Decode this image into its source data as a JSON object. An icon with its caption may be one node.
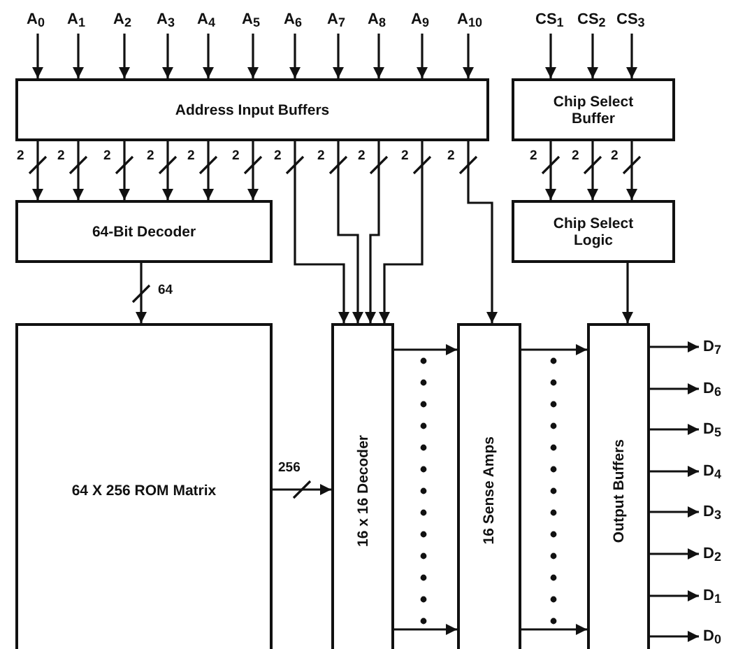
{
  "diagram": {
    "nodes": [
      {
        "text": [
          "A$_{0}$"
        ]
      },
      {
        "text": [
          "A$_{1}$"
        ]
      },
      {
        "text": [
          "A$_{2}$"
        ]
      },
      {
        "text": [
          "A$_{3}$"
        ]
      },
      {
        "text": [
          "A$_{4}$"
        ]
      },
      {
        "text": [
          "A$_{5}$"
        ]
      },
      {
        "text": [
          "A$_{6}$"
        ]
      },
      {
        "text": [
          "A$_{7}$"
        ]
      },
      {
        "text": [
          "A$_{8}$"
        ]
      },
      {
        "text": [
          "A$_{9}$"
        ]
      },
      {
        "text": [
          "A$_{10}$"
        ]
      },
      {
        "text": [
          "CS$_{1}$"
        ]
      },
      {
        "text": [
          "CS$_{2}$"
        ]
      },
      {
        "text": [
          "CS$_{3}$"
        ]
      },
      {
        "text": [
          "Address Input Buffers"
        ]
      },
      {
        "text": [
          "Chip Select Buffer"
        ]
      },
      {
        "text": [
          "64-Bit Decoder"
        ]
      },
      {
        "text": [
          "Chip Select Logic"
        ]
      },
      {
        "text": [
          "64 X 256 ROM Matrix"
        ]
      },
      {
        "text": [
          "16 x 16 Decoder"
        ]
      },
      {
        "text": [
          "16 Sense Amps"
        ]
      },
      {
        "text": [
          "Output Buffers"
        ]
      },
      {
        "text": [
          "D$_{7}$"
        ]
      },
      {
        "text": [
          "D$_{6}$"
        ]
      },
      {
        "text": [
          "D$_{5}$"
        ]
      },
      {
        "text": [
          "D$_{4}$"
        ]
      },
      {
        "text": [
          "D$_{3}$"
        ]
      },
      {
        "text": [
          "D$_{2}$"
        ]
      },
      {
        "text": [
          "D$_{1}$"
        ]
      },
      {
        "text": [
          "D$_{0}$"
        ]
      }
    ],
    "edges": [
      {
        "from": 0,
        "to": 14,
        "arrow": "to"
      },
      {
        "from": 1,
        "to": 14,
        "arrow": "to"
      },
      {
        "from": 2,
        "to": 14,
        "arrow": "to"
      },
      {
        "from": 3,
        "to": 14,
        "arrow": "to"
      },
      {
        "from": 4,
        "to": 14,
        "arrow": "to"
      },
      {
        "from": 5,
        "to": 14,
        "arrow": "to"
      },
      {
        "from": 6,
        "to": 14,
        "arrow": "to"
      },
      {
        "from": 7,
        "to": 14,
        "arrow": "to"
      },
      {
        "from": 8,
        "to": 14,
        "arrow": "to"
      },
      {
        "from": 9,
        "to": 14,
        "arrow": "to"
      },
      {
        "from": 10,
        "to": 14,
        "arrow": "to"
      },
      {
        "from": 11,
        "to": 15,
        "arrow": "to"
      },
      {
        "from": 12,
        "to": 15,
        "arrow": "to"
      },
      {
        "from": 13,
        "to": 15,
        "arrow": "to"
      },
      {
        "from": 14,
        "to": 16,
        "arrow": "to",
        "label": "2"
      },
      {
        "from": 14,
        "to": 16,
        "arrow": "to",
        "label": "2"
      },
      {
        "from": 14,
        "to": 16,
        "arrow": "to",
        "label": "2"
      },
      {
        "from": 14,
        "to": 16,
        "arrow": "to",
        "label": "2"
      },
      {
        "from": 14,
        "to": 16,
        "arrow": "to",
        "label": "2"
      },
      {
        "from": 14,
        "to": 16,
        "arrow": "to",
        "label": "2"
      },
      {
        "from": 14,
        "to": 19,
        "arrow": "to",
        "label": "2"
      },
      {
        "from": 14,
        "to": 19,
        "arrow": "to",
        "label": "2"
      },
      {
        "from": 14,
        "to": 19,
        "arrow": "to",
        "label": "2"
      },
      {
        "from": 14,
        "to": 19,
        "arrow": "to",
        "label": "2"
      },
      {
        "from": 14,
        "to": 20,
        "arrow": "to",
        "label": "2"
      },
      {
        "from": 15,
        "to": 17,
        "arrow": "to",
        "label": "2"
      },
      {
        "from": 15,
        "to": 17,
        "arrow": "to",
        "label": "2"
      },
      {
        "from": 15,
        "to": 17,
        "arrow": "to",
        "label": "2"
      },
      {
        "from": 16,
        "to": 18,
        "arrow": "to",
        "label": "64"
      },
      {
        "from": 18,
        "to": 19,
        "arrow": "to",
        "label": "256"
      },
      {
        "from": 19,
        "to": 20,
        "arrow": "to"
      },
      {
        "from": 19,
        "to": 20,
        "arrow": "to"
      },
      {
        "from": 20,
        "to": 21,
        "arrow": "to"
      },
      {
        "from": 20,
        "to": 21,
        "arrow": "to"
      },
      {
        "from": 17,
        "to": 21,
        "arrow": "to"
      },
      {
        "from": 21,
        "to": 22,
        "arrow": "to"
      },
      {
        "from": 21,
        "to": 23,
        "arrow": "to"
      },
      {
        "from": 21,
        "to": 24,
        "arrow": "to"
      },
      {
        "from": 21,
        "to": 25,
        "arrow": "to"
      },
      {
        "from": 21,
        "to": 26,
        "arrow": "to"
      },
      {
        "from": 21,
        "to": 27,
        "arrow": "to"
      },
      {
        "from": 21,
        "to": 28,
        "arrow": "to"
      },
      {
        "from": 21,
        "to": 29,
        "arrow": "to"
      }
    ]
  }
}
